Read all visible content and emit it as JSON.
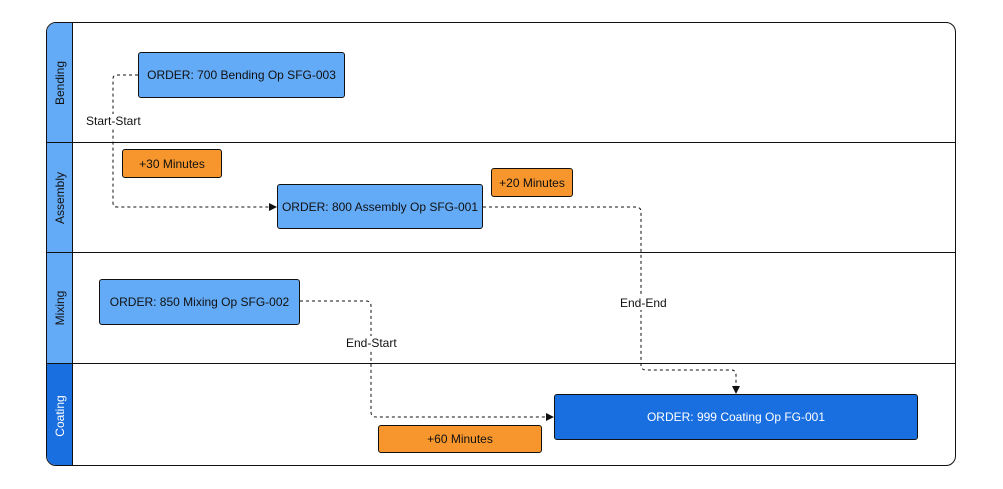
{
  "lanes": [
    "Bending",
    "Assembly",
    "Mixing",
    "Coating"
  ],
  "nodes": {
    "bending": "ORDER: 700 Bending Op SFG-003",
    "assembly": "ORDER: 800 Assembly Op SFG-001",
    "mixing": "ORDER: 850 Mixing Op SFG-002",
    "coating": "ORDER: 999 Coating Op FG-001"
  },
  "durations": {
    "bending_assembly": "+30 Minutes",
    "assembly_coating": "+20 Minutes",
    "mixing_coating": "+60 Minutes"
  },
  "edges": {
    "start_start": "Start-Start",
    "end_end": "End-End",
    "end_start": "End-Start"
  },
  "colors": {
    "lane_light": "#63aaf7",
    "lane_dark": "#1a6fe0",
    "duration_tag": "#f7962d"
  }
}
